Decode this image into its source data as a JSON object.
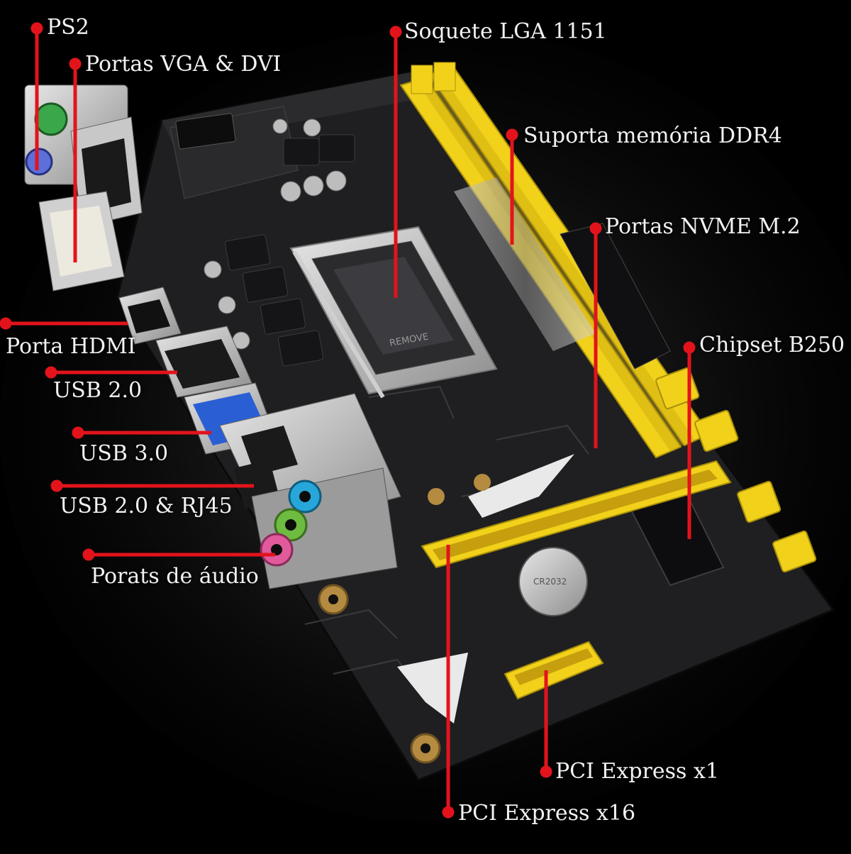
{
  "labels": {
    "ps2": "PS2",
    "vga_dvi": "Portas VGA & DVI",
    "socket": "Soquete LGA 1151",
    "ddr4": "Suporta memória DDR4",
    "nvme": "Portas NVME M.2",
    "chipset": "Chipset B250",
    "hdmi": "Porta HDMI",
    "usb2": "USB 2.0",
    "usb3": "USB 3.0",
    "usb2_rj45": "USB 2.0 & RJ45",
    "audio": "Porats de áudio",
    "pcie_x1": "PCI Express x1",
    "pcie_x16": "PCI Express x16"
  },
  "board_marks": {
    "remove_tag": "REMOVE",
    "cmos_battery_text": "CR2032"
  },
  "colors": {
    "background": "#000000",
    "pcb": "#1f1f21",
    "slot_yellow": "#f2d11b",
    "leader_red": "#e3131b",
    "label_text": "#f2f2f2",
    "audio_blue": "#27a6d9",
    "audio_green": "#6dbb3f",
    "audio_pink": "#e05a9c",
    "usb3_blue": "#2a5fd4"
  }
}
